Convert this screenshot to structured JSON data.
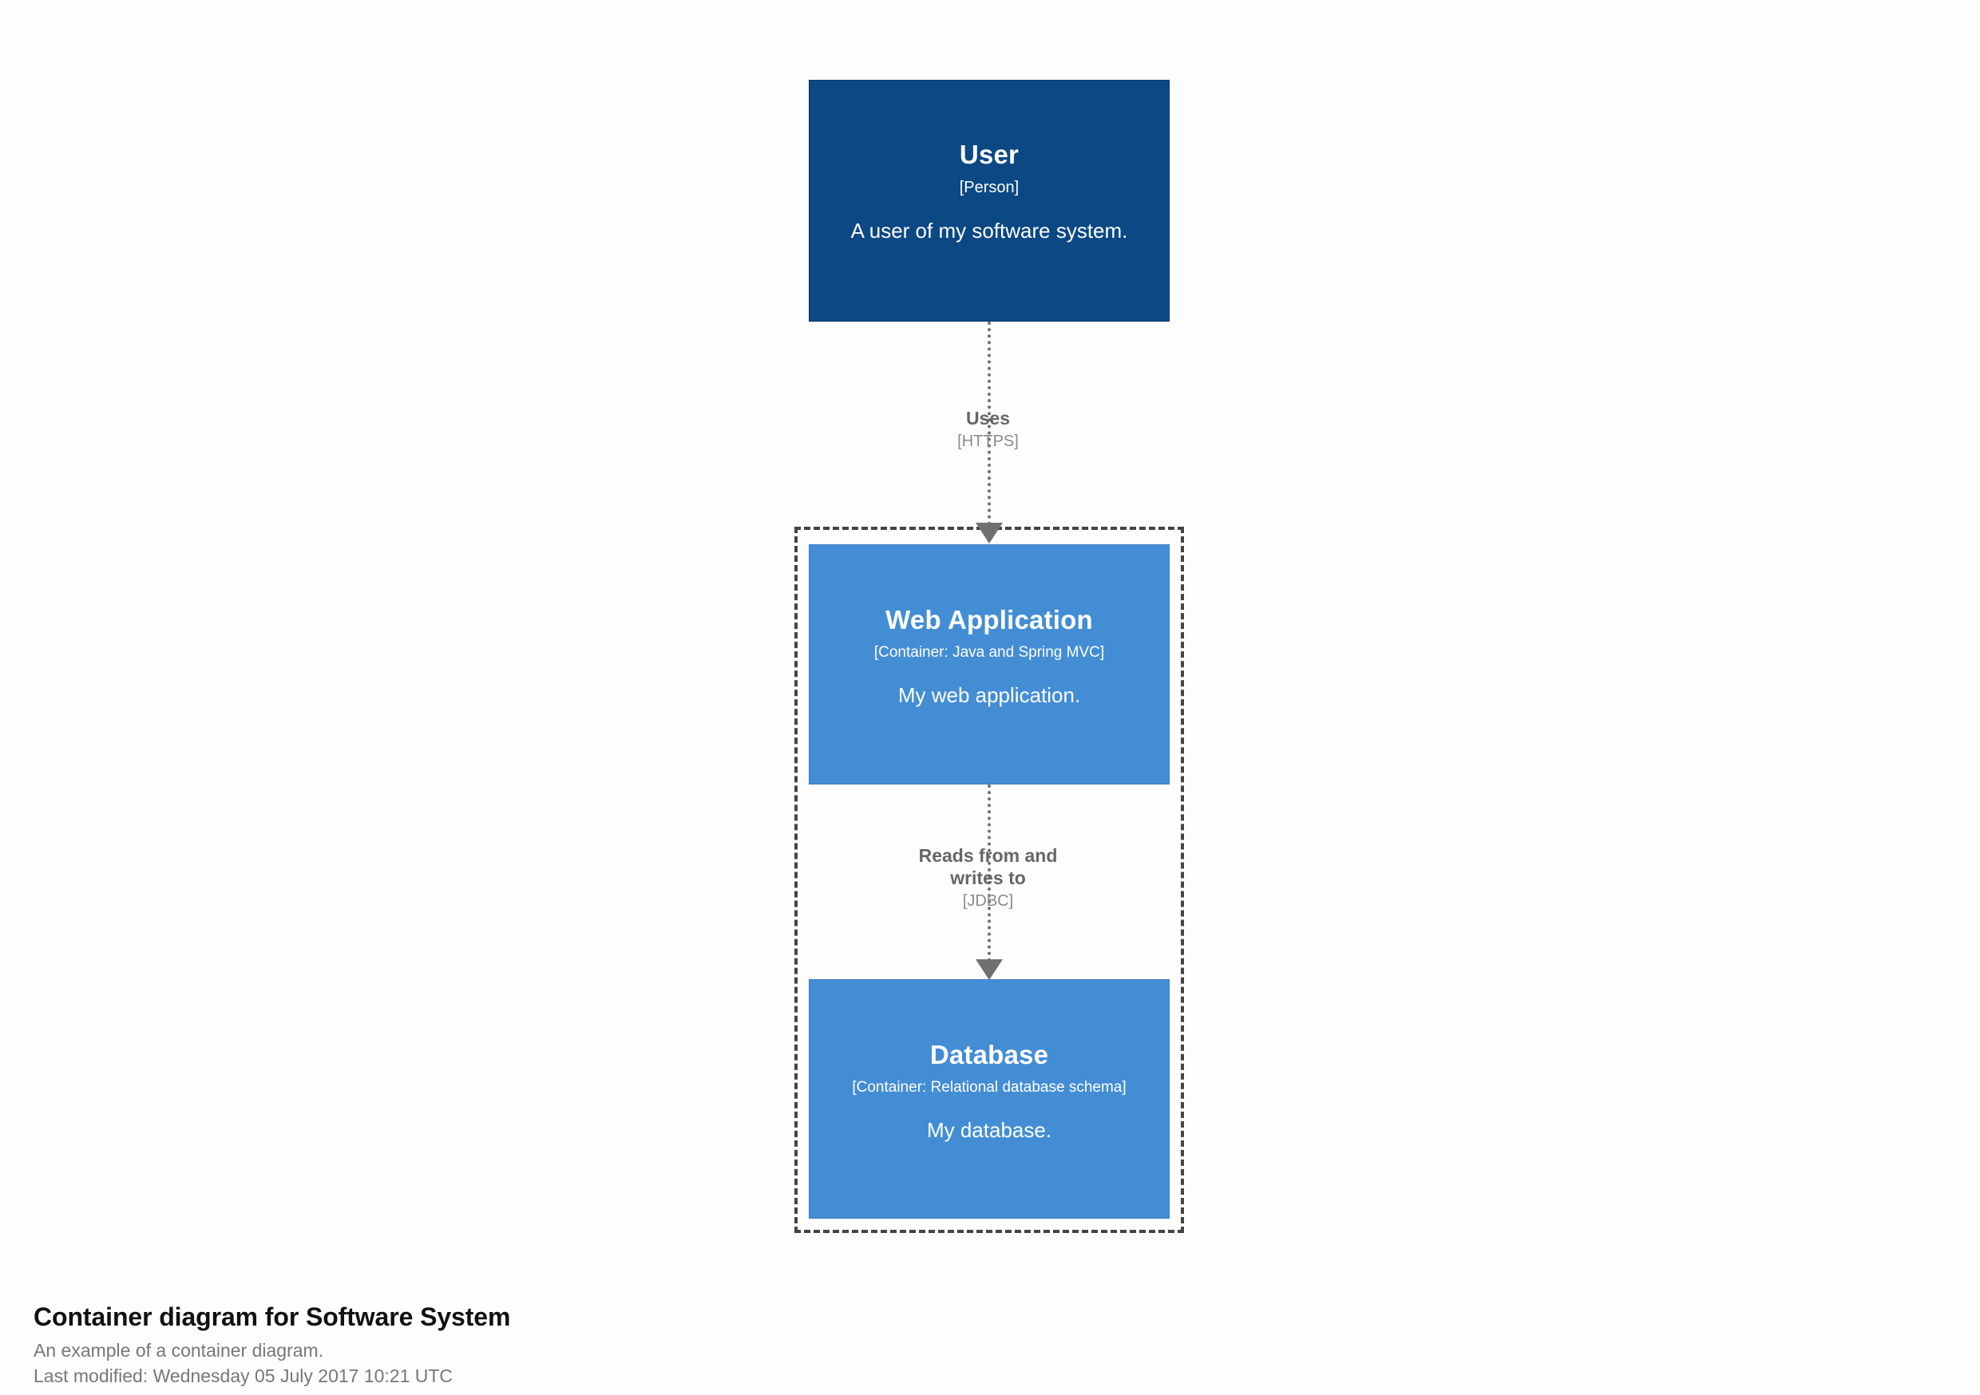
{
  "diagram": {
    "type": "c4-container-diagram",
    "background_color": "#fdfdfd",
    "nodes": [
      {
        "id": "user",
        "name": "User",
        "meta": "[Person]",
        "description": "A user of my software system.",
        "element_type": "Person",
        "color": "#0b4884"
      },
      {
        "id": "webapp",
        "name": "Web Application",
        "meta": "[Container: Java and Spring MVC]",
        "description": "My web application.",
        "element_type": "Container",
        "technology": "Java and Spring MVC",
        "color": "#438dd5"
      },
      {
        "id": "database",
        "name": "Database",
        "meta": "[Container: Relational database schema]",
        "description": "My database.",
        "element_type": "Container",
        "technology": "Relational database schema",
        "color": "#438dd5"
      }
    ],
    "relationships": [
      {
        "id": "rel1",
        "source": "user",
        "destination": "webapp",
        "description": "Uses",
        "technology": "[HTTPS]"
      },
      {
        "id": "rel2",
        "source": "webapp",
        "destination": "database",
        "description": "Reads from and\nwrites to",
        "technology": "[JDBC]"
      }
    ],
    "boundary": {
      "label": "",
      "style": "dashed",
      "color": "#444444"
    }
  },
  "caption": {
    "title": "Container diagram for Software System",
    "subtitle": "An example of a container diagram.",
    "last_modified": "Last modified: Wednesday 05 July 2017 10:21 UTC"
  }
}
